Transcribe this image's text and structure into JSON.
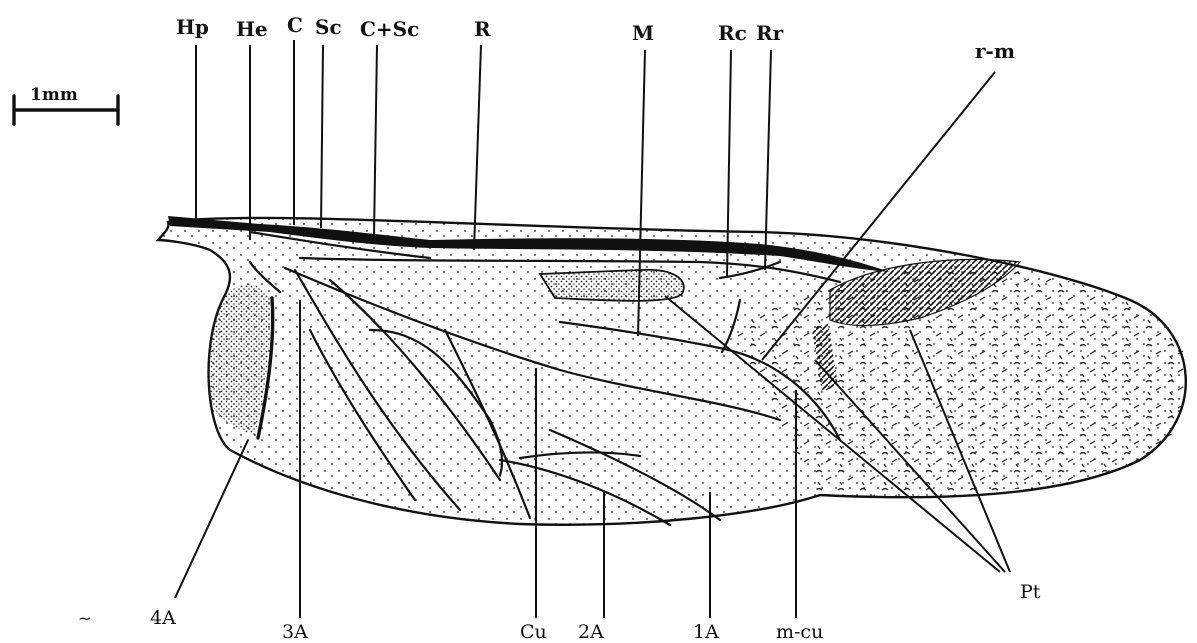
{
  "scale_bar": {
    "label": "1mm"
  },
  "labels_top": {
    "hp": "Hp",
    "he": "He",
    "c": "C",
    "sc": "Sc",
    "c_sc": "C+Sc",
    "r": "R",
    "m": "M",
    "rc": "Rc",
    "rr": "Rr",
    "r_m": "r-m"
  },
  "labels_bottom": {
    "a4": "4A",
    "a3": "3A",
    "cu": "Cu",
    "a2": "2A",
    "a1": "1A",
    "m_cu": "m-cu",
    "pt": "Pt"
  },
  "corner_mark": "~"
}
